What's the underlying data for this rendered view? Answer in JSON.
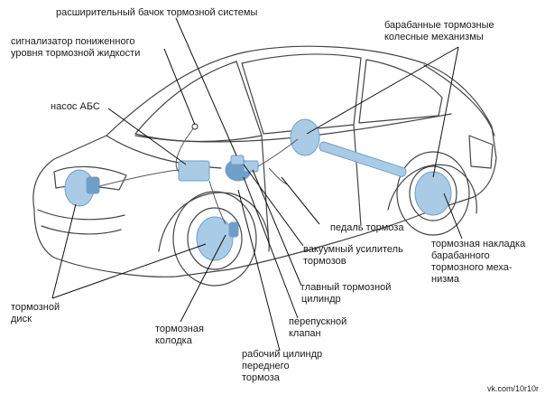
{
  "labels": {
    "reservoir": "расширительный бачок тормозной системы",
    "level_sensor": "сигнализатор пониженного\nуровня тормозной жидкости",
    "abs_pump": "насос АБС",
    "drum_mechanisms": "барабанные тормозные\nколесные механизмы",
    "disc": "тормозной\nдиск",
    "caliper": "тормозная\nколодка",
    "front_cylinder": "рабочий цилиндр\nпереднего\nтормоза",
    "bypass_valve": "перепускной\nклапан",
    "master_cylinder": "главный тормозной\nцилиндр",
    "vacuum_booster": "вакуумный усилитель\nтормозов",
    "pedal": "педаль тормоза",
    "drum_lining": "тормозная накладка\nбарабанного\nтормозного меха-\nнизма"
  },
  "watermark": "vk.com/10r10r",
  "colors": {
    "outline": "#444444",
    "component": "#a9cbe6",
    "component_dark": "#6f9fc7",
    "leader": "#111111"
  }
}
